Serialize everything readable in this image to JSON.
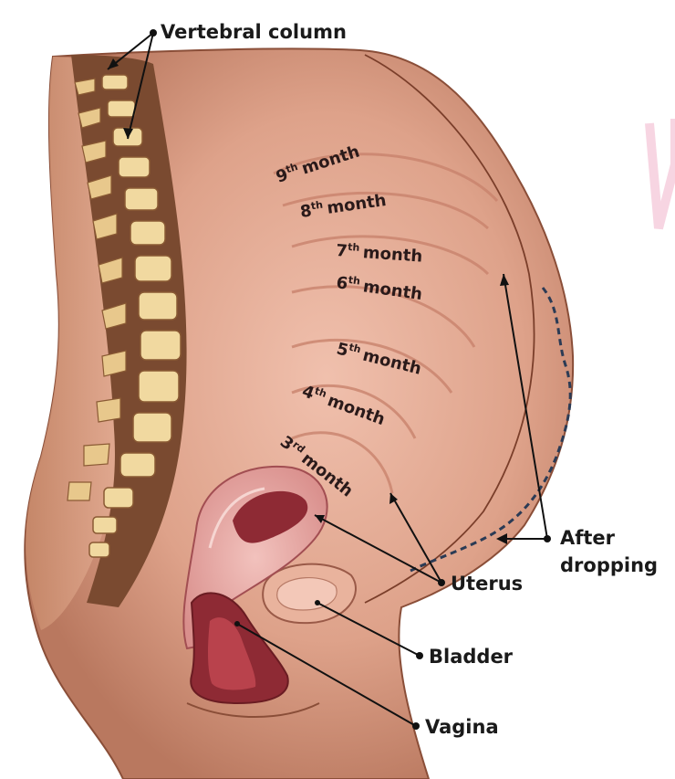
{
  "labels": {
    "vertebral_column": "Vertebral column",
    "after_dropping_1": "After",
    "after_dropping_2": "dropping",
    "uterus": "Uterus",
    "bladder": "Bladder",
    "vagina": "Vagina"
  },
  "months": {
    "m9": {
      "n": "9",
      "sup": "th",
      "word": "month"
    },
    "m8": {
      "n": "8",
      "sup": "th",
      "word": "month"
    },
    "m7": {
      "n": "7",
      "sup": "th",
      "word": "month"
    },
    "m6": {
      "n": "6",
      "sup": "th",
      "word": "month"
    },
    "m5": {
      "n": "5",
      "sup": "th",
      "word": "month"
    },
    "m4": {
      "n": "4",
      "sup": "th",
      "word": "month"
    },
    "m3": {
      "n": "3",
      "sup": "rd",
      "word": "month"
    }
  },
  "colors": {
    "body": "#d9a086",
    "body_shadow": "#b87a62",
    "spine_dark": "#6b4028",
    "vertebra": "#f1d9a0",
    "uterus_pink": "#e7a3a0",
    "uterus_dark": "#8e2a34",
    "ink": "#1a1a1a"
  }
}
